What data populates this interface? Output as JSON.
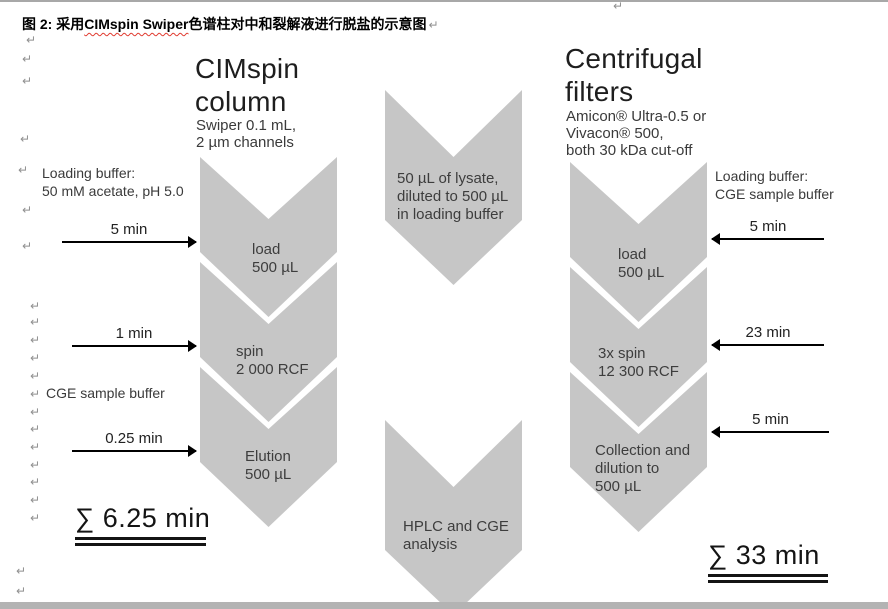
{
  "colors": {
    "chevron": "#c6c6c6",
    "chevron_text": "#3d3d3d",
    "heading_text": "#1e1e1e",
    "sub_text": "#3a3a3a",
    "arrow": "#000000",
    "mark": "#8f8f8f",
    "spell_underline": "#e03a2f",
    "edge_top": "#a8a8a8",
    "edge_bottom": "#b3b3b3",
    "sum_text": "#141414"
  },
  "title": {
    "before": "图 2: 采用",
    "flagged": "CIMspin Swiper",
    "after": "色谱柱对中和裂解液进行脱盐的示意图"
  },
  "marks": {
    "glyph": "↵",
    "left_margin_positions": [
      [
        26,
        34
      ],
      [
        22,
        53
      ],
      [
        22,
        75
      ],
      [
        20,
        133
      ],
      [
        18,
        164
      ],
      [
        22,
        204
      ],
      [
        22,
        240
      ],
      [
        30,
        300
      ],
      [
        30,
        316
      ],
      [
        30,
        334
      ],
      [
        30,
        352
      ],
      [
        30,
        370
      ],
      [
        30,
        388
      ],
      [
        30,
        406
      ],
      [
        30,
        423
      ],
      [
        30,
        441
      ],
      [
        30,
        459
      ],
      [
        30,
        476
      ],
      [
        30,
        494
      ],
      [
        30,
        512
      ],
      [
        16,
        565
      ],
      [
        16,
        585
      ]
    ],
    "top_position": [
      613,
      0
    ]
  },
  "cimspin": {
    "heading": "CIMspin\ncolumn",
    "subheading": "Swiper 0.1 mL,\n2 µm channels",
    "loading_buffer": "Loading buffer:\n50 mM acetate, pH 5.0",
    "cge_buffer": "CGE sample buffer",
    "times": [
      "5 min",
      "1 min",
      "0.25 min"
    ],
    "steps": [
      {
        "label": "load\n500 µL"
      },
      {
        "label": "spin\n2 000 RCF"
      },
      {
        "label": "Elution\n500 µL"
      }
    ],
    "total": "∑ 6.25 min"
  },
  "shared": {
    "input": "50 µL of lysate,\ndiluted to 500 µL\nin loading buffer",
    "output": "HPLC and CGE\nanalysis"
  },
  "centrifugal": {
    "heading": "Centrifugal\nfilters",
    "subheading": "Amicon® Ultra-0.5 or\nVivacon® 500,\nboth 30 kDa cut-off",
    "loading_buffer": "Loading buffer:\nCGE sample buffer",
    "times": [
      "5 min",
      "23 min",
      "5 min"
    ],
    "steps": [
      {
        "label": "load\n500 µL"
      },
      {
        "label": "3x spin\n12 300 RCF"
      },
      {
        "label": "Collection and\ndilution to\n500 µL"
      }
    ],
    "total": "∑ 33 min"
  }
}
